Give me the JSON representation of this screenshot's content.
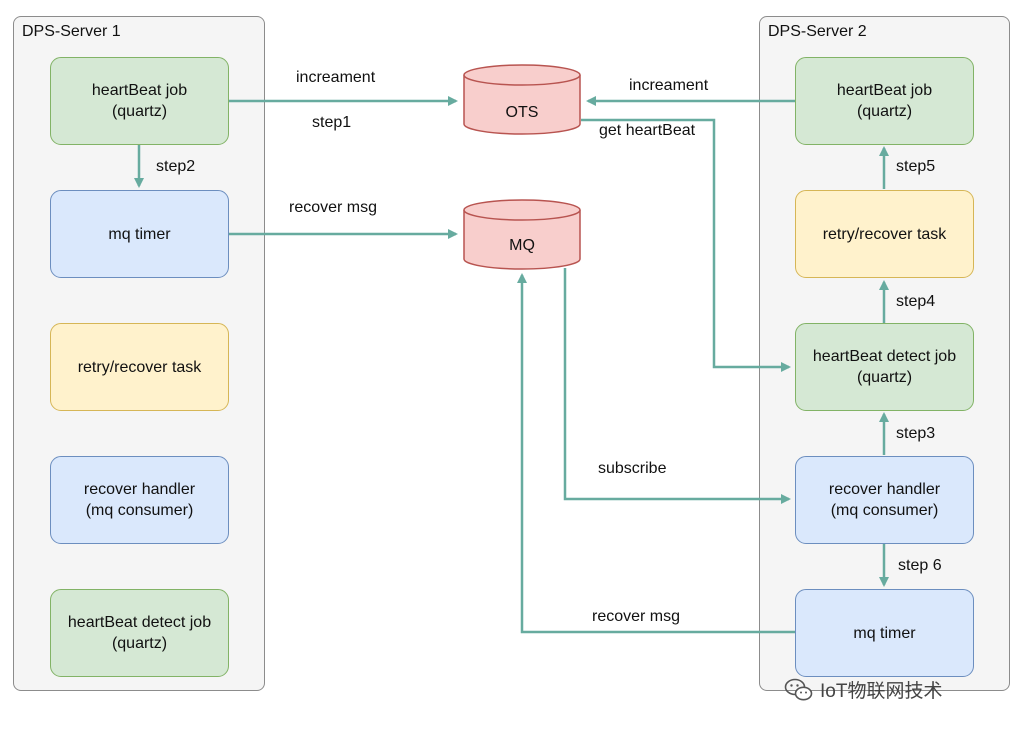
{
  "server1": {
    "title": "DPS-Server 1",
    "heartbeat_job": "heartBeat job\n(quartz)",
    "mq_timer": "mq timer",
    "retry_task": "retry/recover task",
    "recover_handler": "recover handler\n(mq consumer)",
    "heartbeat_detect": "heartBeat detect job\n(quartz)"
  },
  "server2": {
    "title": "DPS-Server 2",
    "heartbeat_job": "heartBeat job\n(quartz)",
    "retry_task": "retry/recover task",
    "heartbeat_detect": "heartBeat detect job\n(quartz)",
    "recover_handler": "recover handler\n(mq consumer)",
    "mq_timer": "mq timer"
  },
  "stores": {
    "ots": "OTS",
    "mq": "MQ"
  },
  "edge_labels": {
    "s1_increament": "increament",
    "step1": "step1",
    "step2": "step2",
    "s1_recover_msg": "recover msg",
    "s2_increament": "increament",
    "get_heartbeat": "get heartBeat",
    "step5": "step5",
    "step4": "step4",
    "step3": "step3",
    "subscribe": "subscribe",
    "step6": "step 6",
    "s2_recover_msg": "recover msg"
  },
  "watermark": "IoT物联网技术",
  "colors": {
    "arrow": "#67ab9f",
    "green_fill": "#d5e8d4",
    "blue_fill": "#dae8fc",
    "yellow_fill": "#fff2cc",
    "db_fill": "#f8cecc",
    "db_stroke": "#b85450"
  }
}
